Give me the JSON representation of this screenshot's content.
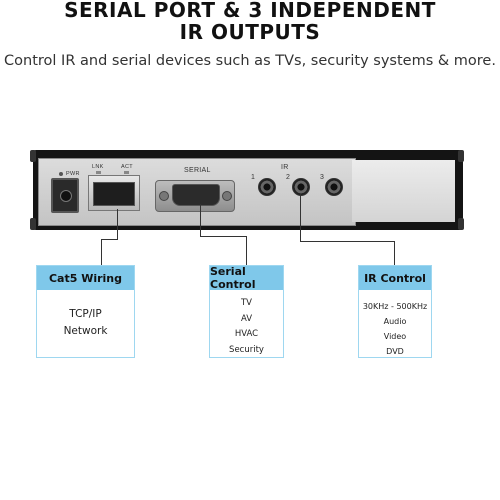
{
  "header": {
    "title_line1": "SERIAL PORT & 3 INDEPENDENT",
    "title_line2": "IR OUTPUTS",
    "subtitle": "Control IR and serial devices such as TVs, security systems & more."
  },
  "device": {
    "pwr_label": "PWR",
    "lnk_label": "LNK",
    "act_label": "ACT",
    "serial_label": "SERIAL",
    "ir_label": "IR",
    "ir_port_1": "1",
    "ir_port_2": "2",
    "ir_port_3": "3"
  },
  "callouts": {
    "cat5": {
      "title": "Cat5 Wiring",
      "items": [
        "TCP/IP",
        "Network"
      ]
    },
    "serial": {
      "title": "Serial Control",
      "items": [
        "TV",
        "AV",
        "HVAC",
        "Security"
      ]
    },
    "ir": {
      "title": "IR Control",
      "items": [
        "30KHz - 500KHz",
        "Audio",
        "Video",
        "DVD"
      ]
    }
  },
  "colors": {
    "callout_header": "#7fc8ea",
    "callout_border": "#9ed7f0",
    "device_body": "#141414"
  }
}
